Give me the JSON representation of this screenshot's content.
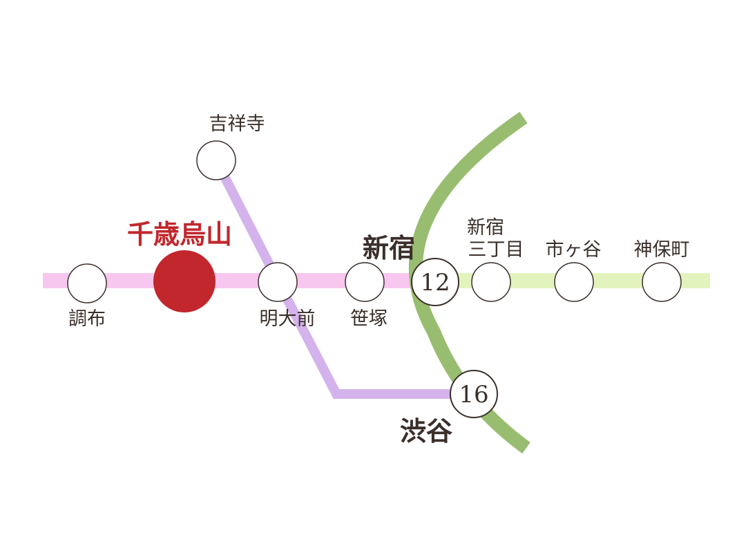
{
  "colors": {
    "keio_line": "#f7c7ef",
    "inokashira_line": "#d4b3ec",
    "yamanote_line": "#99bd70",
    "shinjuku_line": "#e3f3be",
    "highlight_station": "#c1272d",
    "station_stroke": "#3a2f2a",
    "text": "#3a2f2a"
  },
  "stations": {
    "chofu": "調布",
    "chitose_karasuyama": "千歳烏山",
    "meidaimae": "明大前",
    "kichijoji": "吉祥寺",
    "sasazuka": "笹塚",
    "shinjuku": "新宿",
    "shinjuku_sanchome_line1": "新宿",
    "shinjuku_sanchome_line2": "三丁目",
    "ichigaya": "市ヶ谷",
    "jimbocho": "神保町",
    "shibuya": "渋谷"
  },
  "minutes": {
    "shinjuku": "12",
    "shibuya": "16"
  }
}
